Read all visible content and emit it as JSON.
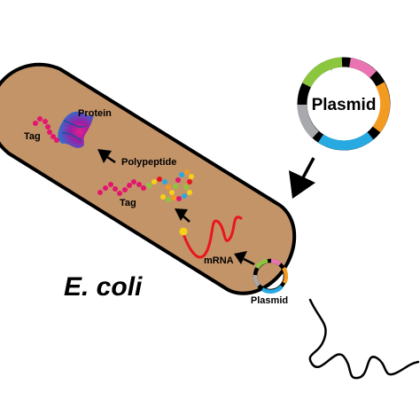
{
  "labels": {
    "plasmid_external": "Plasmid",
    "plasmid_internal": "Plasmid",
    "organism": "E. coli",
    "mrna": "mRNA",
    "polypeptide": "Polypeptide",
    "tag_polypeptide": "Tag",
    "protein": "Protein",
    "tag_protein": "Tag"
  },
  "colors": {
    "cell_fill": "#c49469",
    "cell_outline": "#000000",
    "mrna": "#e8161d",
    "tag_beads": "#e2166e",
    "plasmid_orange": "#f39b21",
    "plasmid_blue": "#27a9e1",
    "plasmid_green": "#8cc63f",
    "plasmid_pink": "#ea74b1",
    "plasmid_gray": "#a7a9ac",
    "plasmid_black": "#000000",
    "protein_blue": "#2f6fd0",
    "protein_magenta": "#c4168f"
  },
  "icons": {
    "arrows": "black-arrow"
  }
}
